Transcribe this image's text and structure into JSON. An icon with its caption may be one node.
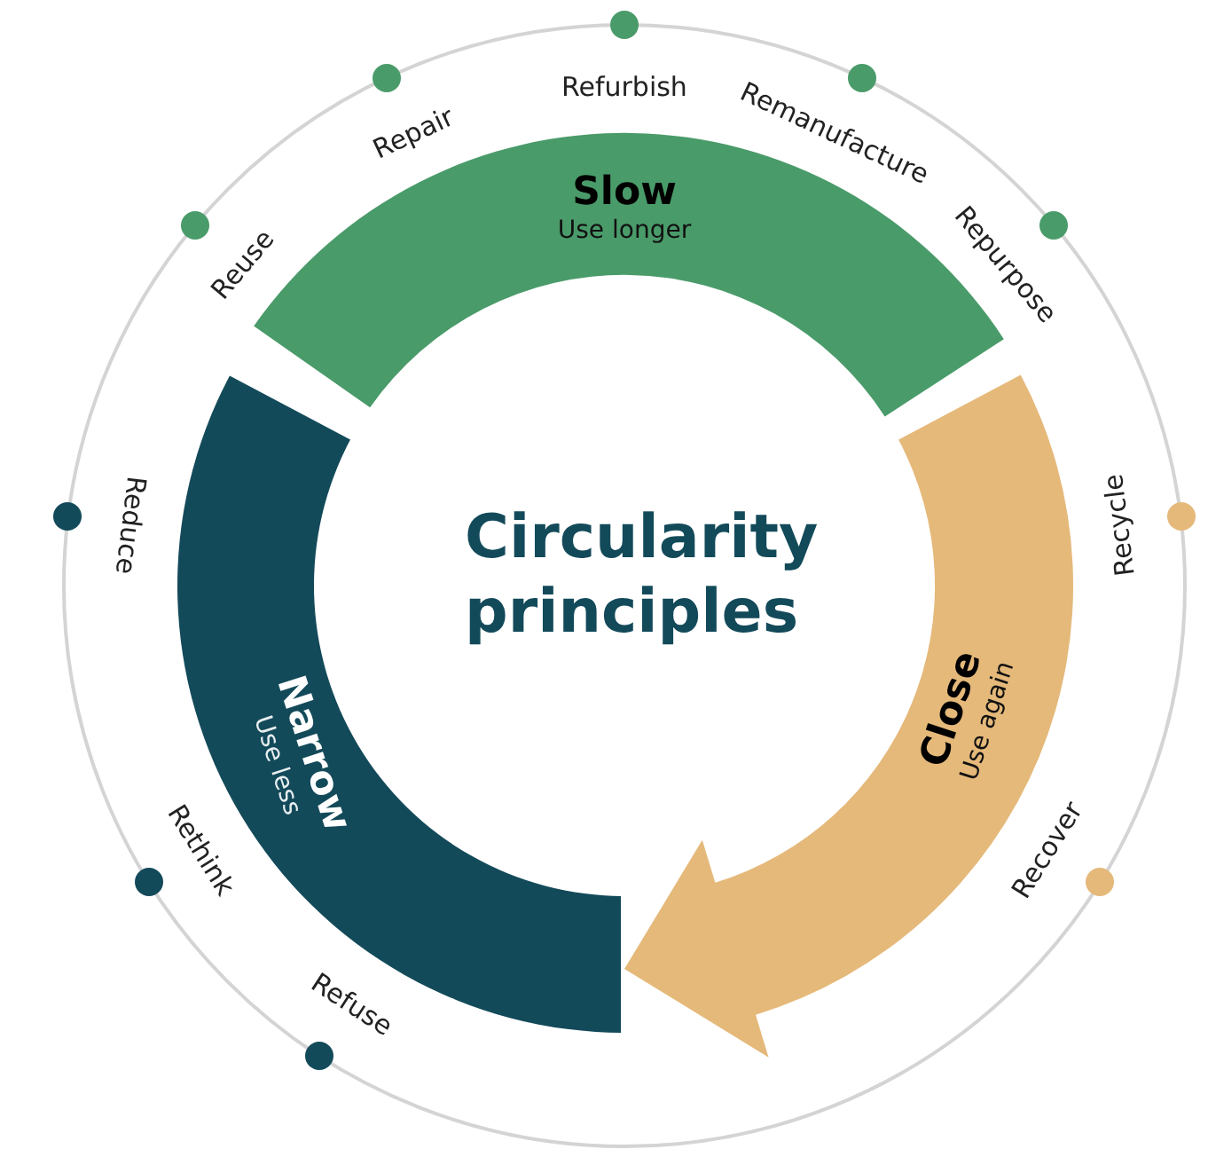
{
  "diagram": {
    "title": "Circularity principles",
    "nodes": [
      {
        "text": [
          "Slow",
          "Use longer"
        ]
      },
      {
        "text": [
          "Close",
          "Use again"
        ]
      },
      {
        "text": [
          "Narrow",
          "Use less"
        ]
      }
    ],
    "labels": [
      "Refurbish",
      "Repair",
      "Remanufacture",
      "Reuse",
      "Repurpose",
      "Reduce",
      "Recycle",
      "Rethink",
      "Recover",
      "Refuse"
    ]
  }
}
